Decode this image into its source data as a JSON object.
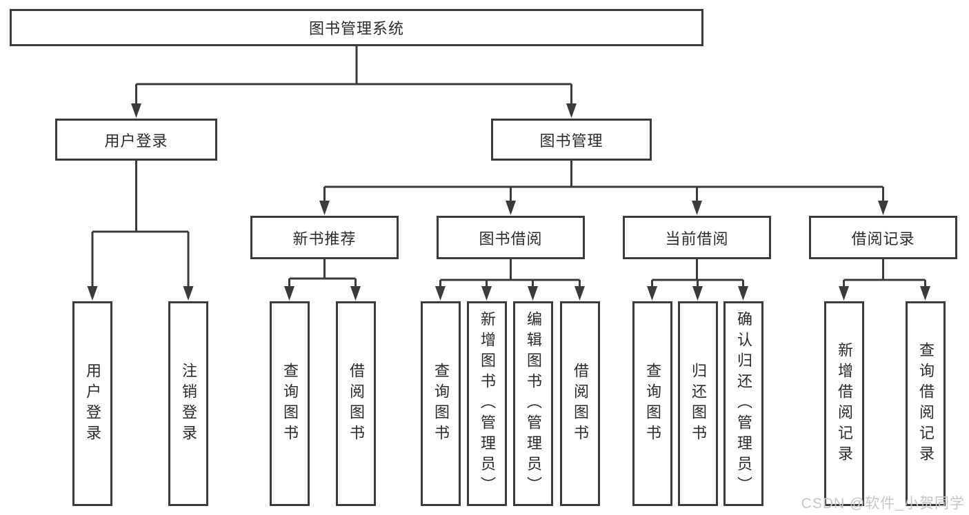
{
  "diagram": {
    "root": {
      "label": "图书管理系统"
    },
    "user_login": {
      "label": "用户登录",
      "children": {
        "login": {
          "label": "用户登录"
        },
        "logout": {
          "label": "注销登录"
        }
      }
    },
    "book_management": {
      "label": "图书管理",
      "children": {
        "new_book_recommend": {
          "label": "新书推荐",
          "children": {
            "query_books": {
              "label": "查询图书"
            },
            "borrow_books": {
              "label": "借阅图书"
            }
          }
        },
        "book_borrowing": {
          "label": "图书借阅",
          "children": {
            "query_books": {
              "label": "查询图书"
            },
            "add_books_admin": {
              "label": "新增图书（管理员）"
            },
            "edit_books_admin": {
              "label": "编辑图书（管理员）"
            },
            "borrow_books": {
              "label": "借阅图书"
            }
          }
        },
        "current_borrowing": {
          "label": "当前借阅",
          "children": {
            "query_books": {
              "label": "查询图书"
            },
            "return_books": {
              "label": "归还图书"
            },
            "confirm_return_admin": {
              "label": "确认归还（管理员）"
            }
          }
        },
        "borrowing_records": {
          "label": "借阅记录",
          "children": {
            "add_borrow_record": {
              "label": "新增借阅记录"
            },
            "query_borrow_record": {
              "label": "查询借阅记录"
            }
          }
        }
      }
    }
  },
  "watermark": {
    "text": "CSDN @软件_小贺同学",
    "color": "#c6c6c6"
  },
  "colors": {
    "line": "#3b3b3b",
    "text": "#2b2b2b",
    "box_fill": "#ffffff",
    "background": "#ffffff"
  }
}
